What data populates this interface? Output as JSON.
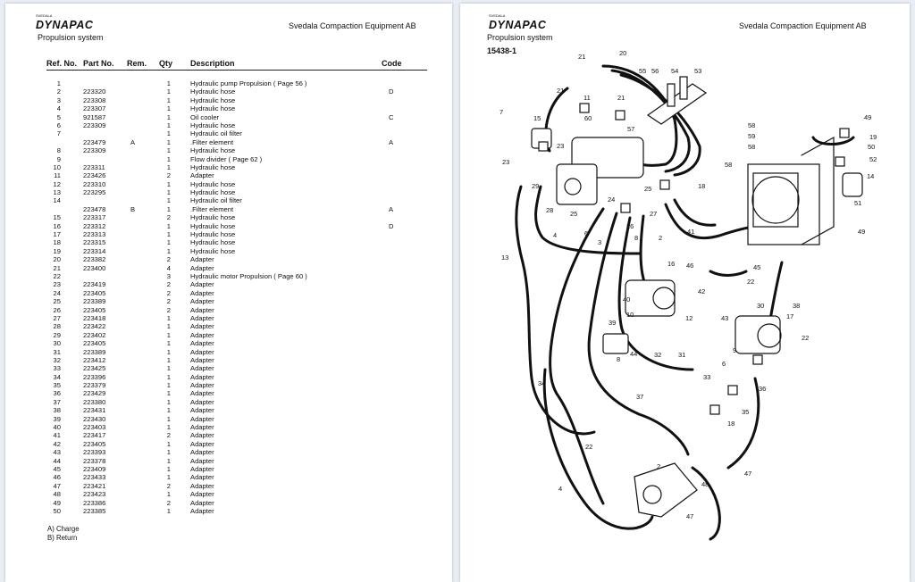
{
  "brand": {
    "logo_text": "DYNAPAC",
    "logo_small": "SVEDALA"
  },
  "left_page": {
    "company": "Svedala Compaction Equipment AB",
    "section": "Propulsion system",
    "headers": {
      "ref": "Ref. No.",
      "part": "Part No.",
      "rem": "Rem.",
      "qty": "Qty",
      "desc": "Description",
      "code": "Code"
    },
    "rows": [
      {
        "ref": "1",
        "part": "",
        "rem": "",
        "qty": "1",
        "desc": "Hydraulic pump Propulsion ( Page 56 )",
        "code": ""
      },
      {
        "ref": "2",
        "part": "223320",
        "rem": "",
        "qty": "1",
        "desc": "Hydraulic hose",
        "code": "D"
      },
      {
        "ref": "3",
        "part": "223308",
        "rem": "",
        "qty": "1",
        "desc": "Hydraulic hose",
        "code": ""
      },
      {
        "ref": "4",
        "part": "223307",
        "rem": "",
        "qty": "1",
        "desc": "Hydraulic hose",
        "code": ""
      },
      {
        "ref": "5",
        "part": "921587",
        "rem": "",
        "qty": "1",
        "desc": "Oil cooler",
        "code": "C"
      },
      {
        "ref": "6",
        "part": "223309",
        "rem": "",
        "qty": "1",
        "desc": "Hydraulic hose",
        "code": ""
      },
      {
        "ref": "7",
        "part": "",
        "rem": "",
        "qty": "1",
        "desc": "Hydraulic oil filter",
        "code": ""
      },
      {
        "ref": "",
        "part": "223479",
        "rem": "A",
        "qty": "1",
        "desc": ".Filter element",
        "code": "A"
      },
      {
        "ref": "8",
        "part": "223309",
        "rem": "",
        "qty": "1",
        "desc": "Hydraulic hose",
        "code": ""
      },
      {
        "ref": "9",
        "part": "",
        "rem": "",
        "qty": "1",
        "desc": "Flow divider  ( Page 62 )",
        "code": ""
      },
      {
        "ref": "10",
        "part": "223311",
        "rem": "",
        "qty": "1",
        "desc": "Hydraulic hose",
        "code": ""
      },
      {
        "ref": "11",
        "part": "223426",
        "rem": "",
        "qty": "2",
        "desc": "Adapter",
        "code": ""
      },
      {
        "ref": "12",
        "part": "223310",
        "rem": "",
        "qty": "1",
        "desc": "Hydraulic hose",
        "code": ""
      },
      {
        "ref": "13",
        "part": "223295",
        "rem": "",
        "qty": "1",
        "desc": "Hydraulic hose",
        "code": ""
      },
      {
        "ref": "14",
        "part": "",
        "rem": "",
        "qty": "1",
        "desc": "Hydraulic oil filter",
        "code": ""
      },
      {
        "ref": "",
        "part": "223478",
        "rem": "B",
        "qty": "1",
        "desc": ".Filter element",
        "code": "A"
      },
      {
        "ref": "15",
        "part": "223317",
        "rem": "",
        "qty": "2",
        "desc": "Hydraulic hose",
        "code": ""
      },
      {
        "ref": "16",
        "part": "223312",
        "rem": "",
        "qty": "1",
        "desc": "Hydraulic hose",
        "code": "D"
      },
      {
        "ref": "17",
        "part": "223313",
        "rem": "",
        "qty": "1",
        "desc": "Hydraulic hose",
        "code": ""
      },
      {
        "ref": "18",
        "part": "223315",
        "rem": "",
        "qty": "1",
        "desc": "Hydraulic hose",
        "code": ""
      },
      {
        "ref": "19",
        "part": "223314",
        "rem": "",
        "qty": "1",
        "desc": "Hydraulic hose",
        "code": ""
      },
      {
        "ref": "20",
        "part": "223382",
        "rem": "",
        "qty": "2",
        "desc": "Adapter",
        "code": ""
      },
      {
        "ref": "21",
        "part": "223400",
        "rem": "",
        "qty": "4",
        "desc": "Adapter",
        "code": ""
      },
      {
        "ref": "22",
        "part": "",
        "rem": "",
        "qty": "3",
        "desc": "Hydraulic motor Propulsion ( Page 60 )",
        "code": ""
      },
      {
        "ref": "23",
        "part": "223419",
        "rem": "",
        "qty": "2",
        "desc": "Adapter",
        "code": ""
      },
      {
        "ref": "24",
        "part": "223405",
        "rem": "",
        "qty": "2",
        "desc": "Adapter",
        "code": ""
      },
      {
        "ref": "25",
        "part": "223389",
        "rem": "",
        "qty": "2",
        "desc": "Adapter",
        "code": ""
      },
      {
        "ref": "26",
        "part": "223405",
        "rem": "",
        "qty": "2",
        "desc": "Adapter",
        "code": ""
      },
      {
        "ref": "27",
        "part": "223418",
        "rem": "",
        "qty": "1",
        "desc": "Adapter",
        "code": ""
      },
      {
        "ref": "28",
        "part": "223422",
        "rem": "",
        "qty": "1",
        "desc": "Adapter",
        "code": ""
      },
      {
        "ref": "29",
        "part": "223402",
        "rem": "",
        "qty": "1",
        "desc": "Adapter",
        "code": ""
      },
      {
        "ref": "30",
        "part": "223405",
        "rem": "",
        "qty": "1",
        "desc": "Adapter",
        "code": ""
      },
      {
        "ref": "31",
        "part": "223389",
        "rem": "",
        "qty": "1",
        "desc": "Adapter",
        "code": ""
      },
      {
        "ref": "32",
        "part": "223412",
        "rem": "",
        "qty": "1",
        "desc": "Adapter",
        "code": ""
      },
      {
        "ref": "33",
        "part": "223425",
        "rem": "",
        "qty": "1",
        "desc": "Adapter",
        "code": ""
      },
      {
        "ref": "34",
        "part": "223396",
        "rem": "",
        "qty": "1",
        "desc": "Adapter",
        "code": ""
      },
      {
        "ref": "35",
        "part": "223379",
        "rem": "",
        "qty": "1",
        "desc": "Adapter",
        "code": ""
      },
      {
        "ref": "36",
        "part": "223429",
        "rem": "",
        "qty": "1",
        "desc": "Adapter",
        "code": ""
      },
      {
        "ref": "37",
        "part": "223380",
        "rem": "",
        "qty": "1",
        "desc": "Adapter",
        "code": ""
      },
      {
        "ref": "38",
        "part": "223431",
        "rem": "",
        "qty": "1",
        "desc": "Adapter",
        "code": ""
      },
      {
        "ref": "39",
        "part": "223430",
        "rem": "",
        "qty": "1",
        "desc": "Adapter",
        "code": ""
      },
      {
        "ref": "40",
        "part": "223403",
        "rem": "",
        "qty": "1",
        "desc": "Adapter",
        "code": ""
      },
      {
        "ref": "41",
        "part": "223417",
        "rem": "",
        "qty": "2",
        "desc": "Adapter",
        "code": ""
      },
      {
        "ref": "42",
        "part": "223405",
        "rem": "",
        "qty": "1",
        "desc": "Adapter",
        "code": ""
      },
      {
        "ref": "43",
        "part": "223393",
        "rem": "",
        "qty": "1",
        "desc": "Adapter",
        "code": ""
      },
      {
        "ref": "44",
        "part": "223378",
        "rem": "",
        "qty": "1",
        "desc": "Adapter",
        "code": ""
      },
      {
        "ref": "45",
        "part": "223409",
        "rem": "",
        "qty": "1",
        "desc": "Adapter",
        "code": ""
      },
      {
        "ref": "46",
        "part": "223433",
        "rem": "",
        "qty": "1",
        "desc": "Adapter",
        "code": ""
      },
      {
        "ref": "47",
        "part": "223421",
        "rem": "",
        "qty": "2",
        "desc": "Adapter",
        "code": ""
      },
      {
        "ref": "48",
        "part": "223423",
        "rem": "",
        "qty": "1",
        "desc": "Adapter",
        "code": ""
      },
      {
        "ref": "49",
        "part": "223386",
        "rem": "",
        "qty": "2",
        "desc": "Adapter",
        "code": ""
      },
      {
        "ref": "50",
        "part": "223385",
        "rem": "",
        "qty": "1",
        "desc": "Adapter",
        "code": ""
      }
    ],
    "notes": [
      "A) Charge",
      "B) Return"
    ]
  },
  "right_page": {
    "company": "Svedala Compaction Equipment AB",
    "section": "Propulsion system",
    "diagram_id": "15438-1",
    "callouts": [
      "21",
      "20",
      "55",
      "56",
      "54",
      "53",
      "7",
      "15",
      "21",
      "11",
      "21",
      "60",
      "57",
      "58",
      "59",
      "58",
      "58",
      "49",
      "19",
      "50",
      "52",
      "14",
      "51",
      "49",
      "23",
      "23",
      "29",
      "28",
      "25",
      "24",
      "26",
      "25",
      "27",
      "18",
      "13",
      "4",
      "6",
      "3",
      "8",
      "2",
      "41",
      "16",
      "46",
      "45",
      "22",
      "40",
      "42",
      "10",
      "12",
      "43",
      "39",
      "38",
      "17",
      "22",
      "30",
      "9",
      "44",
      "8",
      "32",
      "31",
      "6",
      "34",
      "33",
      "37",
      "36",
      "35",
      "18",
      "22",
      "2",
      "47",
      "4",
      "48",
      "47"
    ]
  }
}
